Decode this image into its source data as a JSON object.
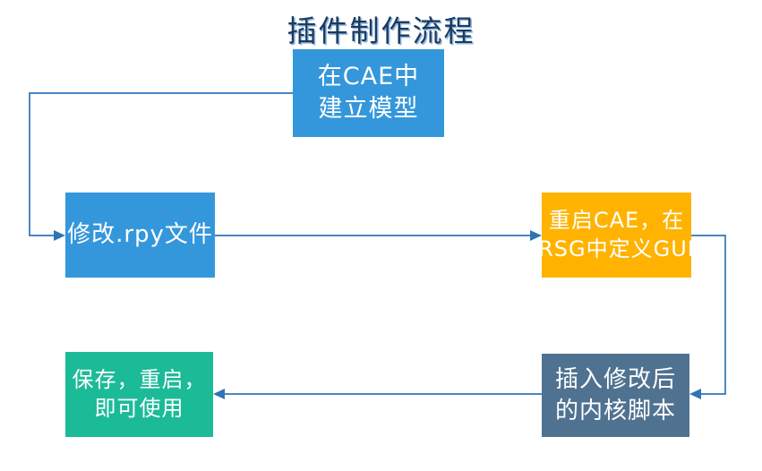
{
  "title": "插件制作流程",
  "colors": {
    "blue": "#3497db",
    "orange": "#ffb300",
    "slate": "#507291",
    "green": "#1cbb98",
    "line": "#2e75b6",
    "title": "#1c3a5e"
  },
  "nodes": [
    {
      "id": "build-model",
      "lines": [
        "在CAE中",
        "建立模型"
      ],
      "color": "#3497db"
    },
    {
      "id": "modify-rpy",
      "lines": [
        "修改.rpy文件"
      ],
      "color": "#3497db"
    },
    {
      "id": "restart-cae-rsg",
      "lines": [
        "重启CAE，在",
        "RSG中定义GUI"
      ],
      "color": "#ffb300"
    },
    {
      "id": "insert-kernel",
      "lines": [
        "插入修改后",
        "的内核脚本"
      ],
      "color": "#507291"
    },
    {
      "id": "save-restart",
      "lines": [
        "保存，重启，",
        "即可使用"
      ],
      "color": "#1cbb98"
    }
  ],
  "edges": [
    {
      "from": "build-model",
      "to": "modify-rpy"
    },
    {
      "from": "modify-rpy",
      "to": "restart-cae-rsg"
    },
    {
      "from": "restart-cae-rsg",
      "to": "insert-kernel"
    },
    {
      "from": "insert-kernel",
      "to": "save-restart"
    }
  ]
}
